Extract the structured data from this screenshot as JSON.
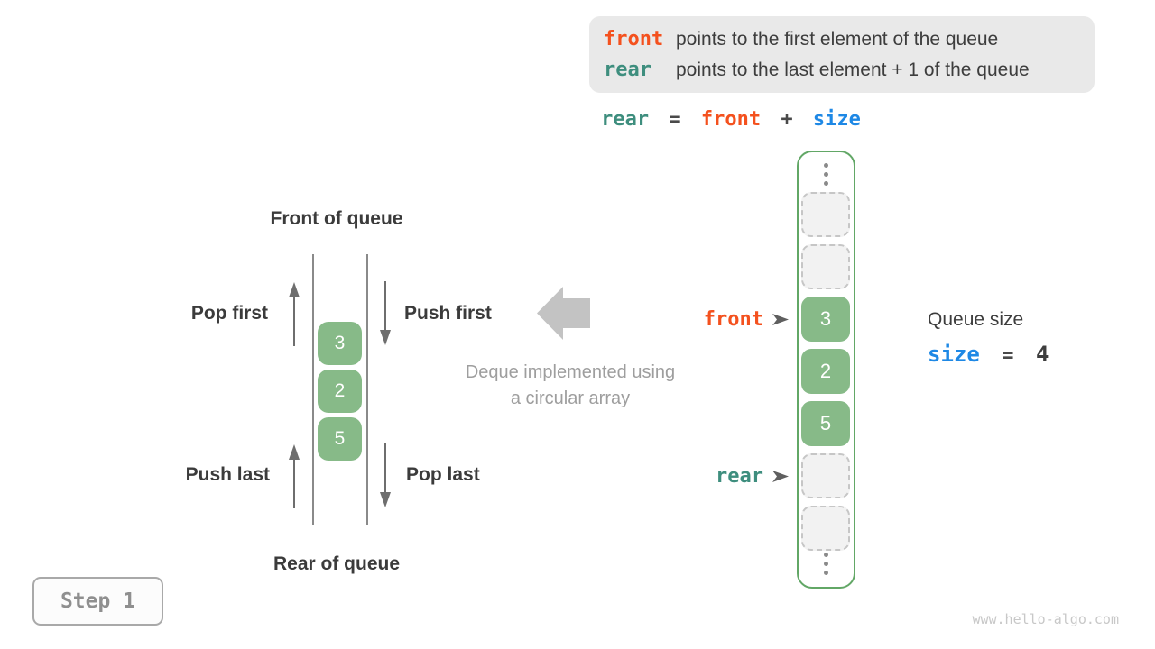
{
  "colors": {
    "accent_orange": "#f4511e",
    "accent_teal": "#3e8e7e",
    "accent_blue": "#1e88e5",
    "cell_green": "#87ba88",
    "panel_border_green": "#62a766",
    "legend_bg": "#e9e9e9",
    "text_dark": "#3d3d3d",
    "text_gray": "#9e9e9e"
  },
  "legend": {
    "lines": [
      {
        "token": "front",
        "text": "points to the first element of the queue"
      },
      {
        "token": "rear",
        "text": "points to the last element + 1 of the queue"
      }
    ]
  },
  "formula": {
    "lhs": "rear",
    "eq": "=",
    "operand": "front",
    "op": "+",
    "rhs": "size"
  },
  "queue_diagram": {
    "front_label": "Front of queue",
    "rear_label": "Rear of queue",
    "pop_first": "Pop first",
    "push_first": "Push first",
    "push_last": "Push last",
    "pop_last": "Pop last",
    "values": [
      "3",
      "2",
      "5"
    ]
  },
  "caption": {
    "line1": "Deque implemented using",
    "line2": "a circular array"
  },
  "array_panel": {
    "front_token": "front",
    "rear_token": "rear",
    "values": [
      "3",
      "2",
      "5"
    ]
  },
  "queue_size": {
    "title": "Queue size",
    "token": "size",
    "eq": "=",
    "value": "4"
  },
  "step_badge": {
    "label": "Step 1"
  },
  "watermark": "www.hello-algo.com"
}
